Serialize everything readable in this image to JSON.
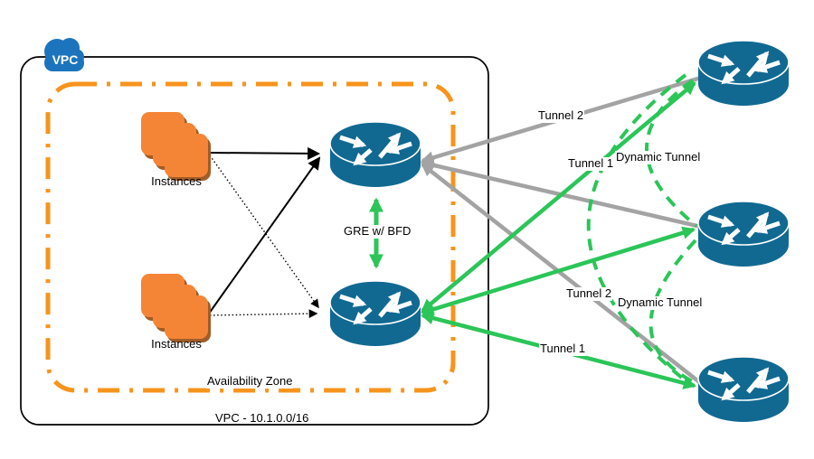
{
  "title": "VPC GRE-tunnel network diagram",
  "labels": {
    "vpc_badge": "VPC",
    "instances_top": "Instances",
    "instances_bottom": "Instances",
    "gre": "GRE w/ BFD",
    "availability_zone": "Availability Zone",
    "vpc_cidr": "VPC - 10.1.0.0/16",
    "tunnel2_top": "Tunnel 2",
    "tunnel1_top": "Tunnel 1",
    "dynamic_tunnel_top": "Dynamic Tunnel",
    "tunnel2_bottom": "Tunnel 2",
    "dynamic_tunnel_bottom": "Dynamic Tunnel",
    "tunnel1_bottom": "Tunnel 1"
  },
  "colors": {
    "router_blue": "#116992",
    "cloud_blue": "#1C75BC",
    "instance_orange": "#F58536",
    "instance_shadow": "#A05D28",
    "az_border_orange": "#F7941D",
    "tunnel_gray": "#A3A3A3",
    "tunnel_green": "#2BC558",
    "line_black": "#000000"
  },
  "nodes": {
    "vpc_routers": [
      "vpc-router-1",
      "vpc-router-2"
    ],
    "remote_routers": [
      "remote-router-1",
      "remote-router-2",
      "remote-router-3"
    ],
    "instance_groups": [
      "instances-top",
      "instances-bottom"
    ],
    "cloud": "vpc-cloud"
  },
  "topology": {
    "connections": [
      {
        "from": "instances-top",
        "to": "vpc-router-1",
        "style": "black-solid-arrow"
      },
      {
        "from": "instances-top",
        "to": "vpc-router-2",
        "style": "black-dotted-arrow"
      },
      {
        "from": "instances-bottom",
        "to": "vpc-router-1",
        "style": "black-solid-arrow"
      },
      {
        "from": "instances-bottom",
        "to": "vpc-router-2",
        "style": "black-dotted-arrow"
      },
      {
        "from": "vpc-router-1",
        "to": "vpc-router-2",
        "style": "green-double-arrow",
        "label": "GRE w/ BFD"
      },
      {
        "from": "vpc-router-1",
        "to": "remote-router-1",
        "style": "gray-line",
        "label": "Tunnel 2"
      },
      {
        "from": "vpc-router-1",
        "to": "remote-router-2",
        "style": "gray-line"
      },
      {
        "from": "vpc-router-1",
        "to": "remote-router-3",
        "style": "gray-line",
        "label": "Tunnel 2"
      },
      {
        "from": "vpc-router-2",
        "to": "remote-router-1",
        "style": "green-line",
        "label": "Tunnel 1"
      },
      {
        "from": "vpc-router-2",
        "to": "remote-router-2",
        "style": "green-line"
      },
      {
        "from": "vpc-router-2",
        "to": "remote-router-3",
        "style": "green-line",
        "label": "Tunnel 1"
      },
      {
        "from": "remote-router-1",
        "to": "remote-router-2",
        "style": "green-dashed-curve",
        "label": "Dynamic Tunnel"
      },
      {
        "from": "remote-router-2",
        "to": "remote-router-3",
        "style": "green-dashed-curve",
        "label": "Dynamic Tunnel"
      },
      {
        "from": "remote-router-1",
        "to": "remote-router-3",
        "style": "green-dashed-curve"
      }
    ]
  }
}
